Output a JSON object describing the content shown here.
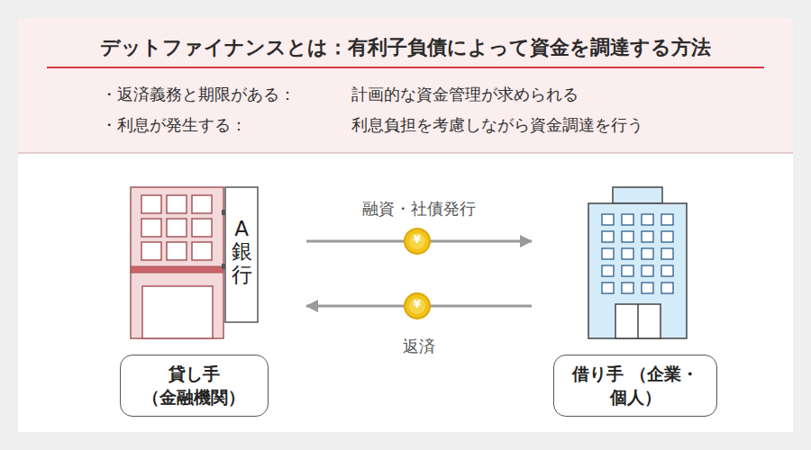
{
  "diagram": {
    "title": "デットファイナンスとは：有利子負債によって資金を調達する方法",
    "nodes": [
      {
        "text": [
          "貸し手 （金融機関）"
        ]
      },
      {
        "text": [
          "借り手 （企業・個人）"
        ]
      }
    ],
    "edges": [
      {
        "from": 0,
        "to": 1,
        "arrow": "to",
        "label": "融資・社債発行"
      },
      {
        "from": 1,
        "to": 0,
        "arrow": "to",
        "label": "返済"
      }
    ],
    "labels": [
      "・返済義務と期限がある：",
      "計画的な資金管理が求められる",
      "・利息が発生する：",
      "利息負担を考慮しながら資金調達を行う",
      "A銀行",
      "¥",
      "¥"
    ]
  }
}
